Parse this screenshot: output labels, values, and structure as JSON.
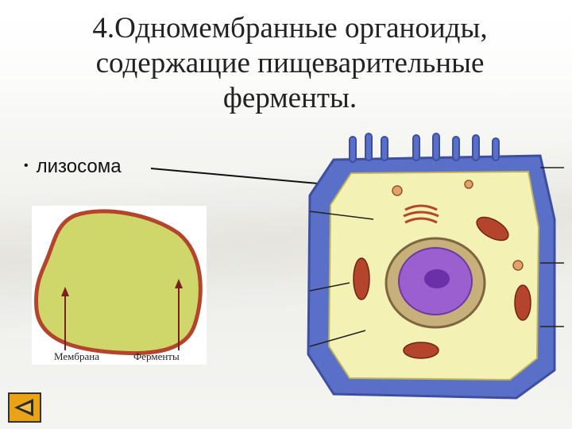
{
  "slide": {
    "title": "4.Одномембранные органоиды, содержащие пищеварительные ферменты.",
    "bullet": "лизосома"
  },
  "lysosome_figure": {
    "label_membrane": "Мембрана",
    "label_enzymes": "Ферменты"
  },
  "navigation": {
    "back_button": "back-triangle-icon"
  },
  "colors": {
    "lysosome_fill": "#cfd66a",
    "lysosome_membrane": "#b5442c",
    "cell_outer": "#5a6fc8",
    "cell_cytoplasm": "#f3f1b4",
    "nucleus": "#9b5fd0",
    "nav_button": "#e8a317"
  }
}
